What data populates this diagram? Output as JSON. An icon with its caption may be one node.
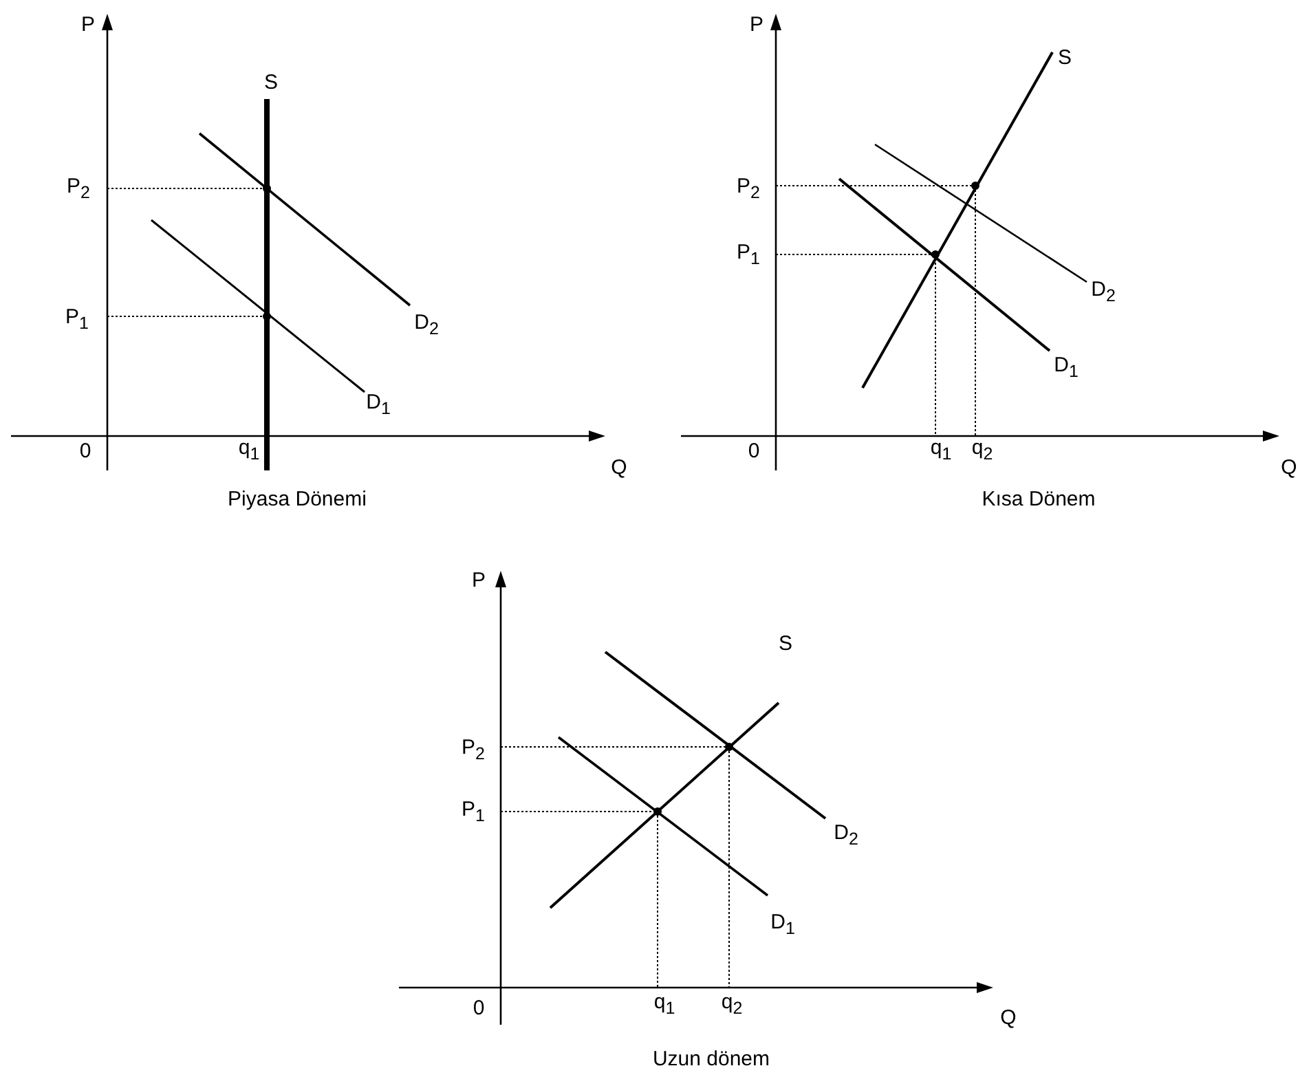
{
  "diagram": {
    "labels": [
      "P",
      "S",
      "P$_{2}$",
      "P$_{1}$",
      "D$_{2}$",
      "D$_{1}$",
      "0",
      "q$_{1}$",
      "Q",
      "Piyasa Dönemi",
      "P",
      "S",
      "P$_{2}$",
      "P$_{1}$",
      "D$_{2}$",
      "D$_{1}$",
      "0",
      "q$_{1}$",
      "q$_{2}$",
      "Q",
      "Kısa Dönem",
      "P",
      "S",
      "P$_{2}$",
      "P$_{1}$",
      "D$_{2}$",
      "D$_{1}$",
      "0",
      "q$_{1}$",
      "q$_{2}$",
      "Q",
      "Uzun dönem"
    ]
  }
}
